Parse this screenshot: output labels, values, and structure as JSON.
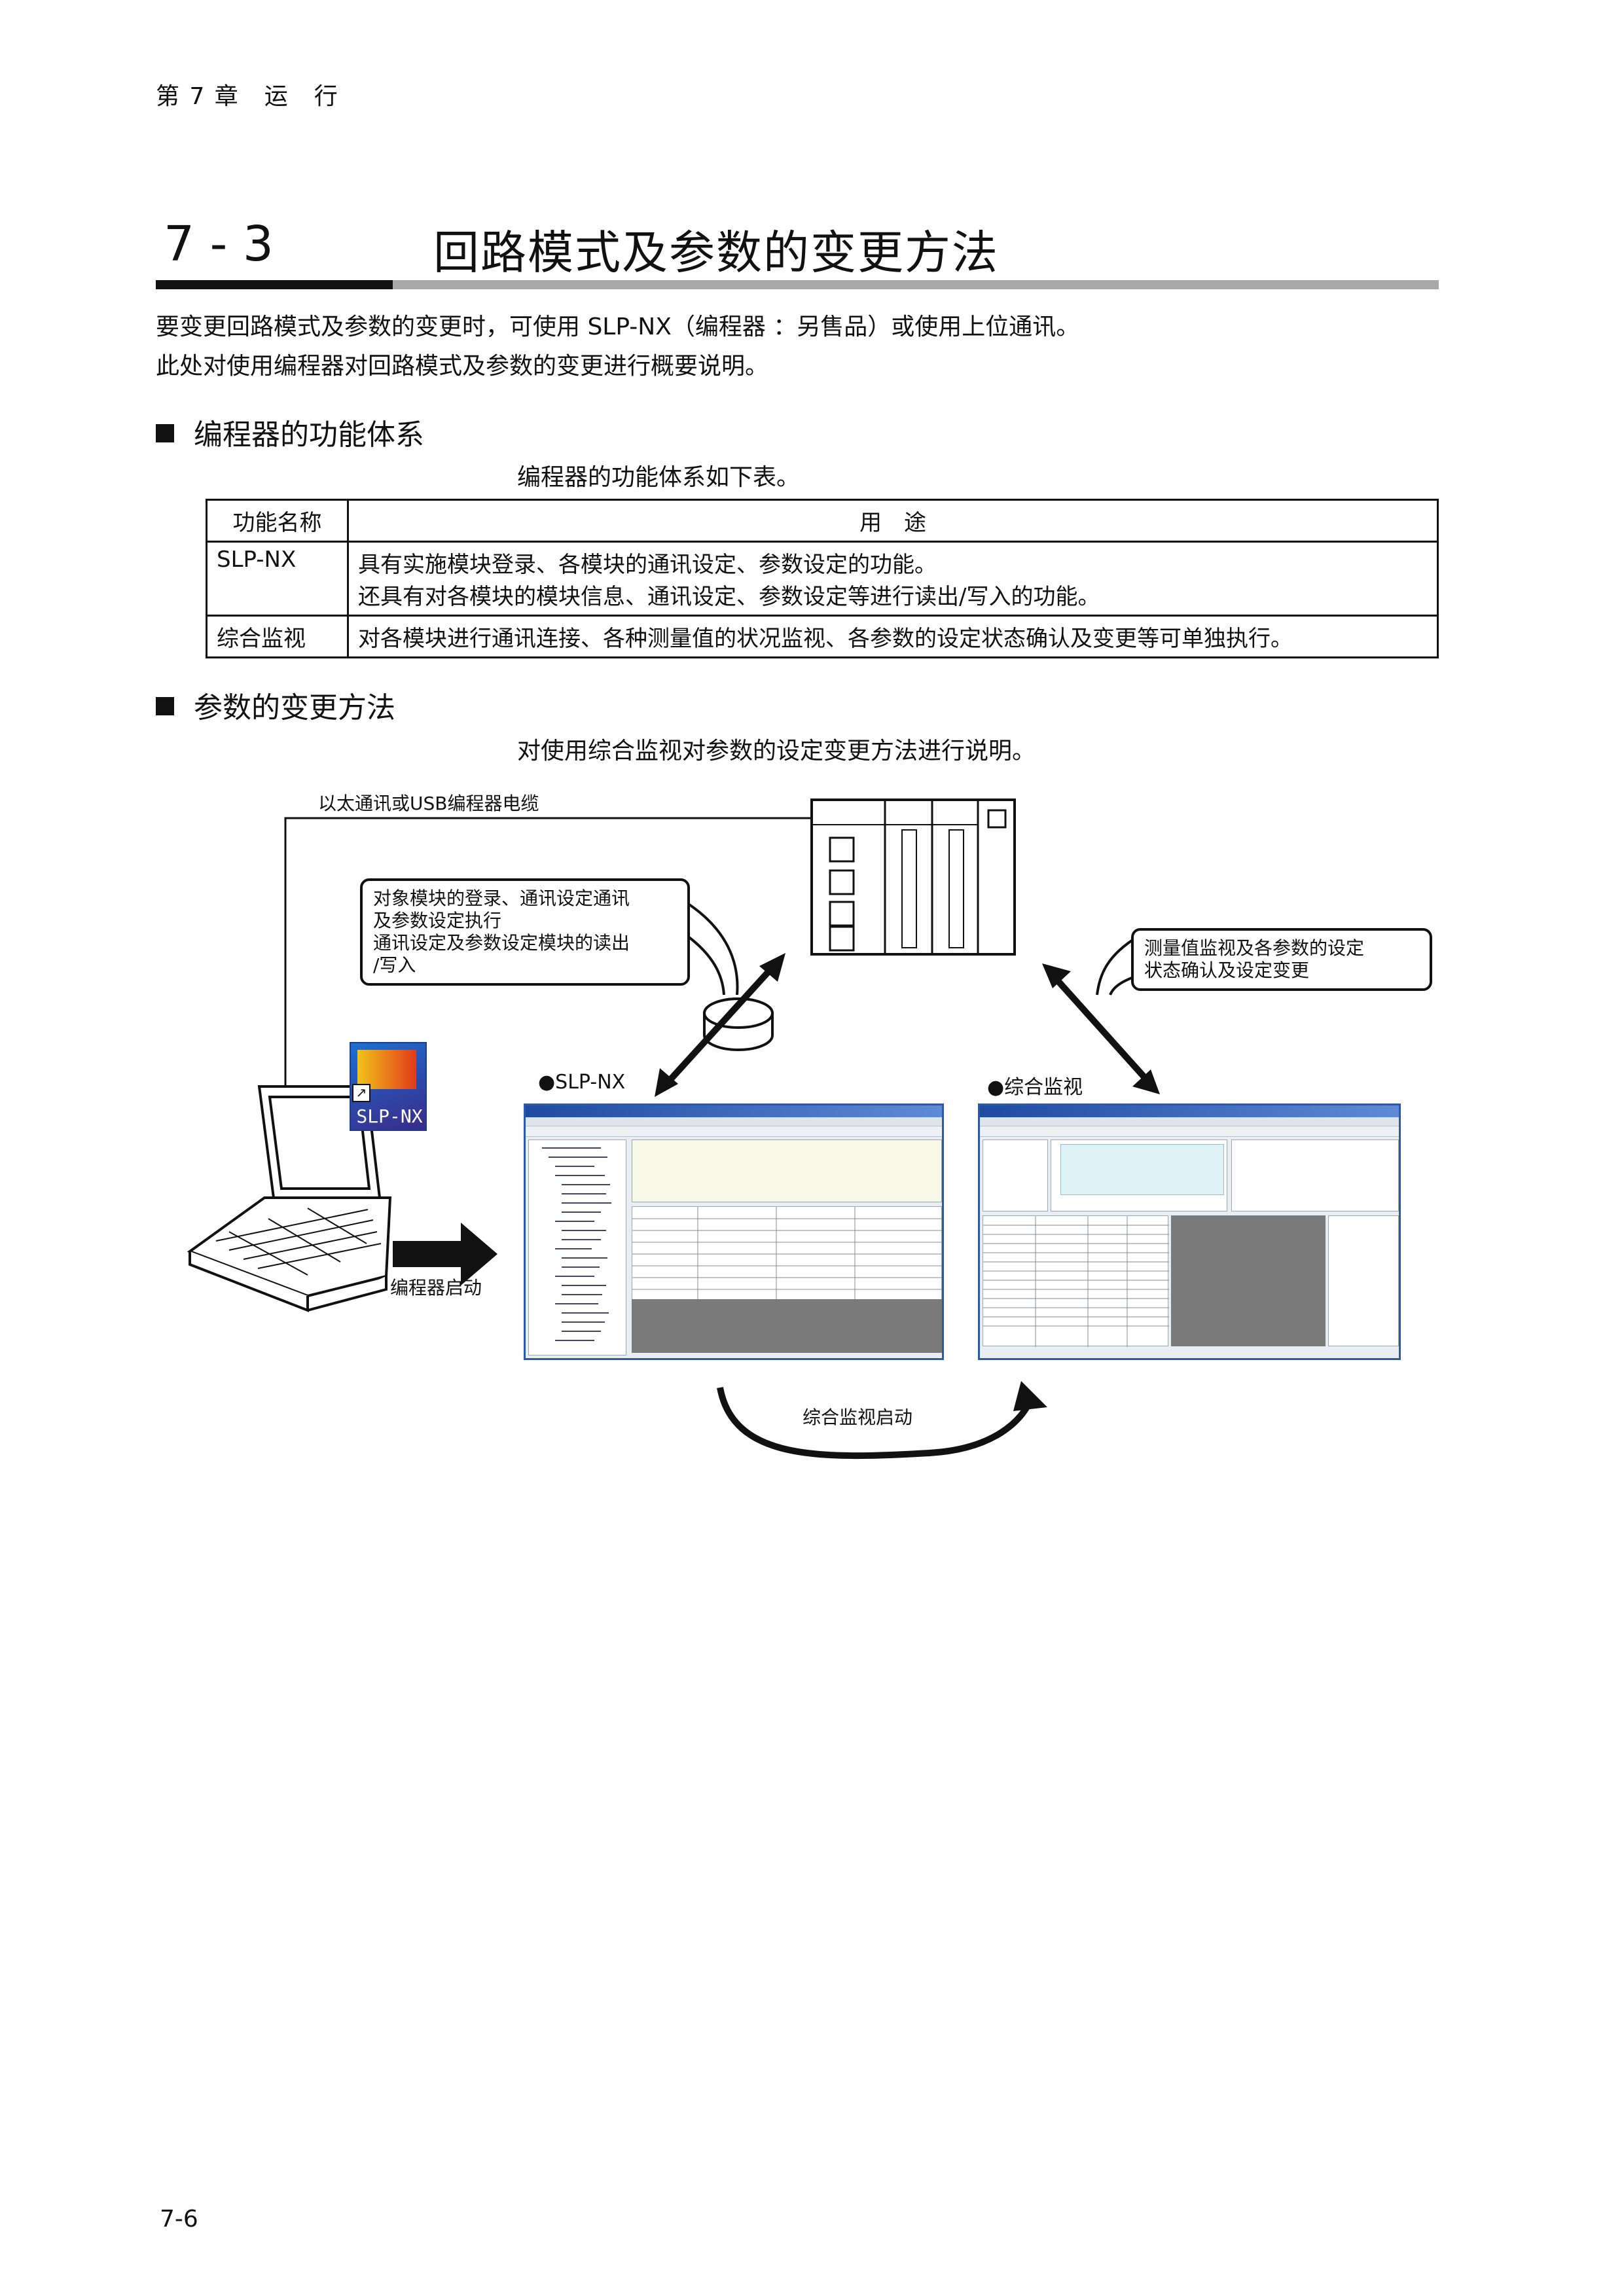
{
  "header": {
    "chapter": "第 7 章　运　行"
  },
  "section": {
    "number": "7 - 3",
    "title": "回路模式及参数的变更方法"
  },
  "intro": [
    "要变更回路模式及参数的变更时，可使用 SLP-NX（编程器 ：另售品）或使用上位通讯。",
    "此处对使用编程器对回路模式及参数的变更进行概要说明。"
  ],
  "system_section": {
    "heading": "编程器的功能体系",
    "caption": "编程器的功能体系如下表。",
    "table": {
      "headers": [
        "功能名称",
        "用　途"
      ],
      "rows": [
        {
          "name": "SLP-NX",
          "lines": [
            "具有实施模块登录、各模块的通讯设定、参数设定的功能。",
            "还具有对各模块的模块信息、通讯设定、参数设定等进行读出/写入的功能。"
          ]
        },
        {
          "name": "综合监视",
          "lines": [
            "对各模块进行通讯连接、各种测量值的状况监视、各参数的设定状态确认及变更等可单独执行。"
          ]
        }
      ]
    }
  },
  "change_section": {
    "heading": "参数的变更方法",
    "caption": "对使用综合监视对参数的设定变更方法进行说明。"
  },
  "diagram": {
    "cable_label": "以太通讯或USB编程器电缆",
    "bubble_left": [
      "对象模块的登录、通讯设定通讯",
      "及参数设定执行",
      "通讯设定及参数设定模块的读出",
      "/写入"
    ],
    "bubble_right": [
      "测量值监视及各参数的设定",
      "状态确认及设定变更"
    ],
    "icon_label": "SLP-NX",
    "slpnx_label": "●SLP-NX",
    "monitor_label": "●综合监视",
    "programmer_start": "编程器启动",
    "monitor_start": "综合监视启动"
  },
  "footer": {
    "page": "7-6"
  },
  "colors": {
    "rule_gray": "#a8a8a8",
    "window_blue": "#2d5aa8",
    "grid_dark": "#7a7a7a"
  }
}
